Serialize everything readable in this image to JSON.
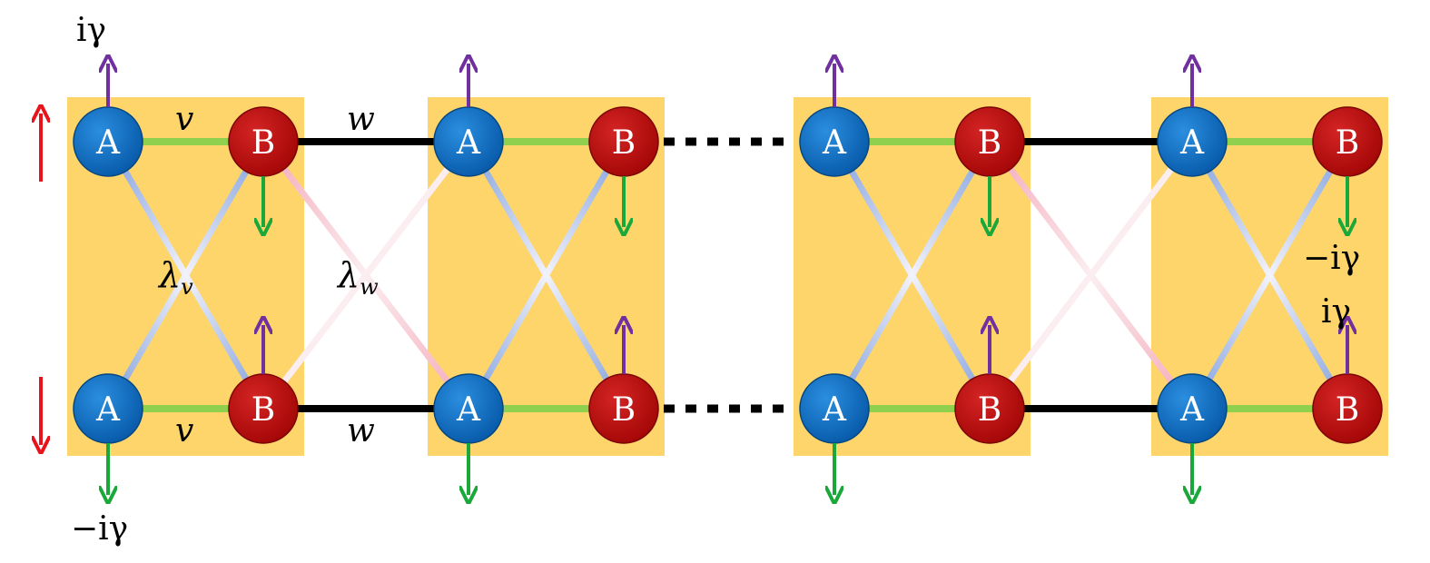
{
  "labels": {
    "top_left_gain": "iγ",
    "bottom_left_loss": "−iγ",
    "right_loss": "−iγ",
    "right_gain": "iγ",
    "intra_hopping_top": "v",
    "intra_hopping_bottom": "v",
    "inter_hopping_top": "w",
    "inter_hopping_bottom": "w",
    "intra_cross": "λ",
    "intra_cross_sub": "v",
    "inter_cross": "λ",
    "inter_cross_sub": "w",
    "site_a": "A",
    "site_b": "B"
  },
  "colors": {
    "cell_background": "#fdd56b",
    "site_a": "#0a6fc2",
    "site_b": "#c40d0d",
    "intra_bond": "#8fd14f",
    "inter_bond": "#000000",
    "cross_intra": "#8fa8dd",
    "cross_inter": "#f4b9c4",
    "gain_arrow": "#7030a0",
    "loss_arrow": "#1aa83a",
    "spin_arrow": "#e8141c"
  },
  "cells": 4,
  "gap_after_cell": 2
}
